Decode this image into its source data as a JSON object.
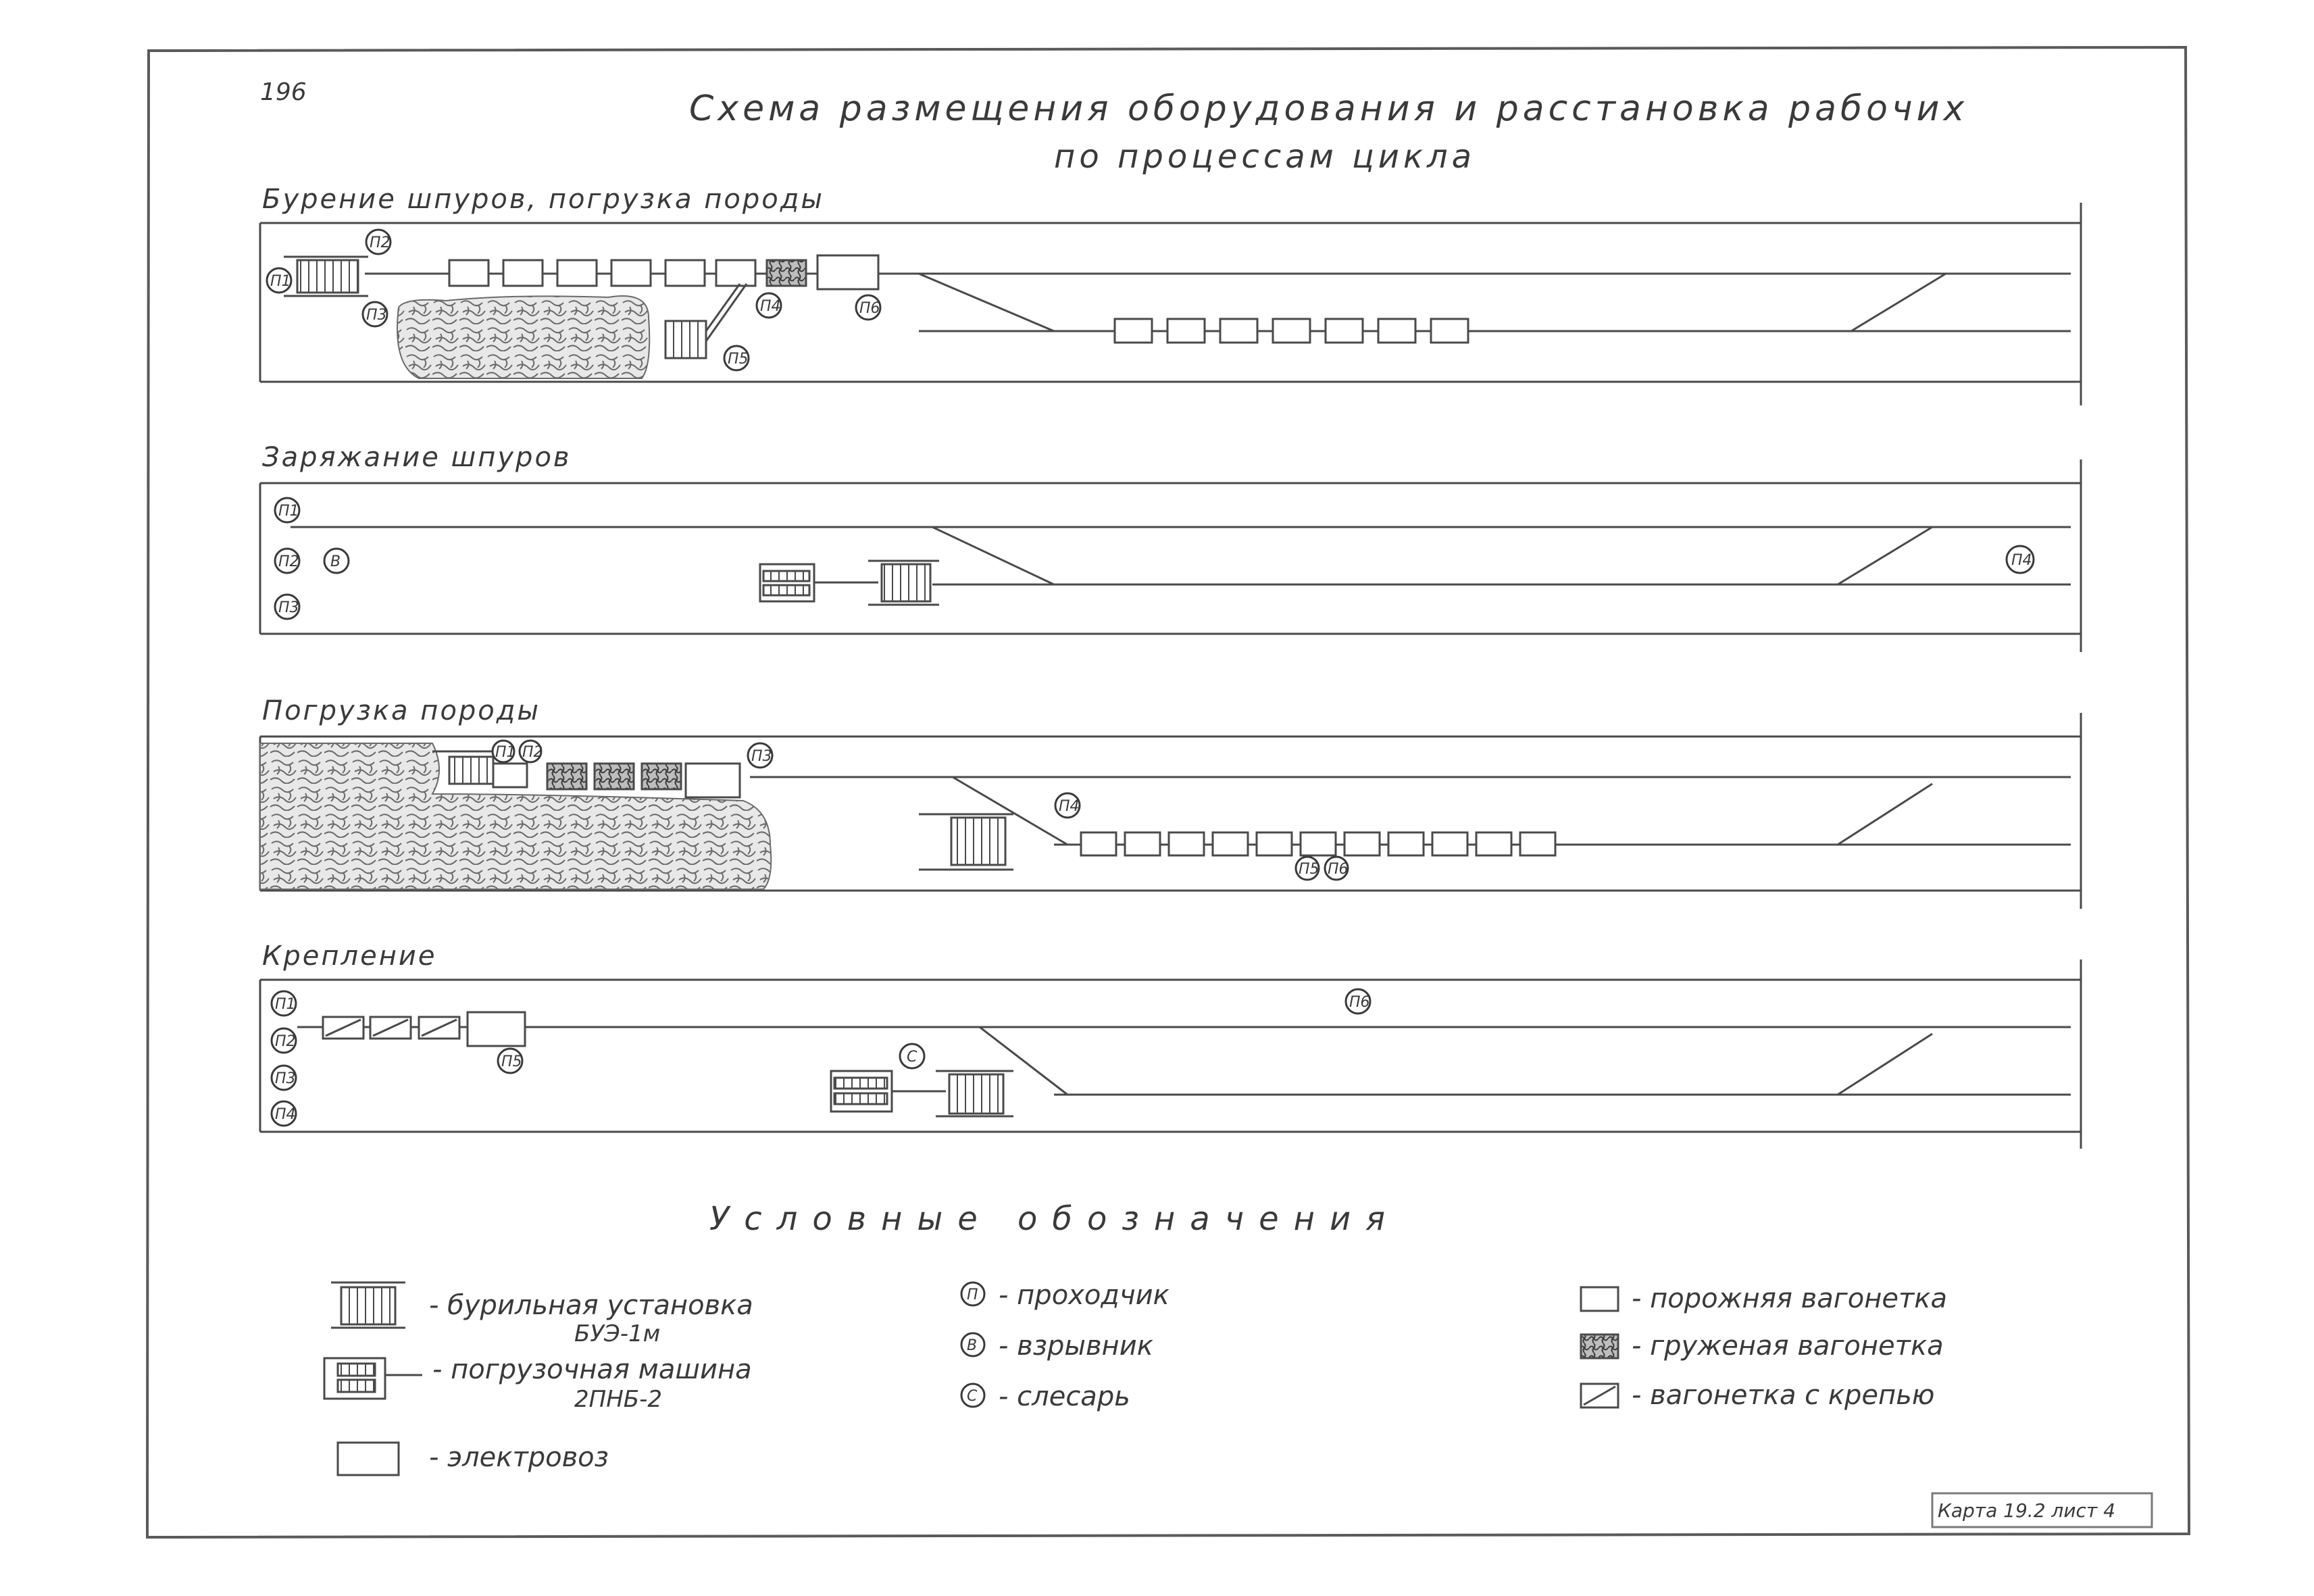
{
  "page_number": "196",
  "title_line1": "Схема размещения оборудования и расстановка рабочих",
  "title_line2": "по процессам цикла",
  "sections": [
    {
      "label": "Бурение шпуров, погрузка породы"
    },
    {
      "label": "Заряжание шпуров"
    },
    {
      "label": "Погрузка породы"
    },
    {
      "label": "Крепление"
    }
  ],
  "legend": {
    "heading": "Условные обозначения",
    "items": {
      "drill_rig": "- бурильная установка",
      "drill_rig_model": "БУЭ-1м",
      "loader": "- погрузочная машина",
      "loader_model": "2ПНБ-2",
      "locomotive": "- электровоз",
      "miner": "- проходчик",
      "blaster": "- взрывник",
      "fitter": "- слесарь",
      "empty_car": "- порожняя вагонетка",
      "loaded_car": "- груженая вагонетка",
      "support_car": "- вагонетка с крепью"
    },
    "symbols": {
      "miner": "П",
      "blaster": "В",
      "fitter": "С"
    }
  },
  "stamp": "Карта 19.2 лист 4",
  "worker_labels": {
    "p1": "П1",
    "p2": "П2",
    "p3": "П3",
    "p4": "П4",
    "p5": "П5",
    "p6": "П6",
    "v": "В",
    "s": "С"
  }
}
